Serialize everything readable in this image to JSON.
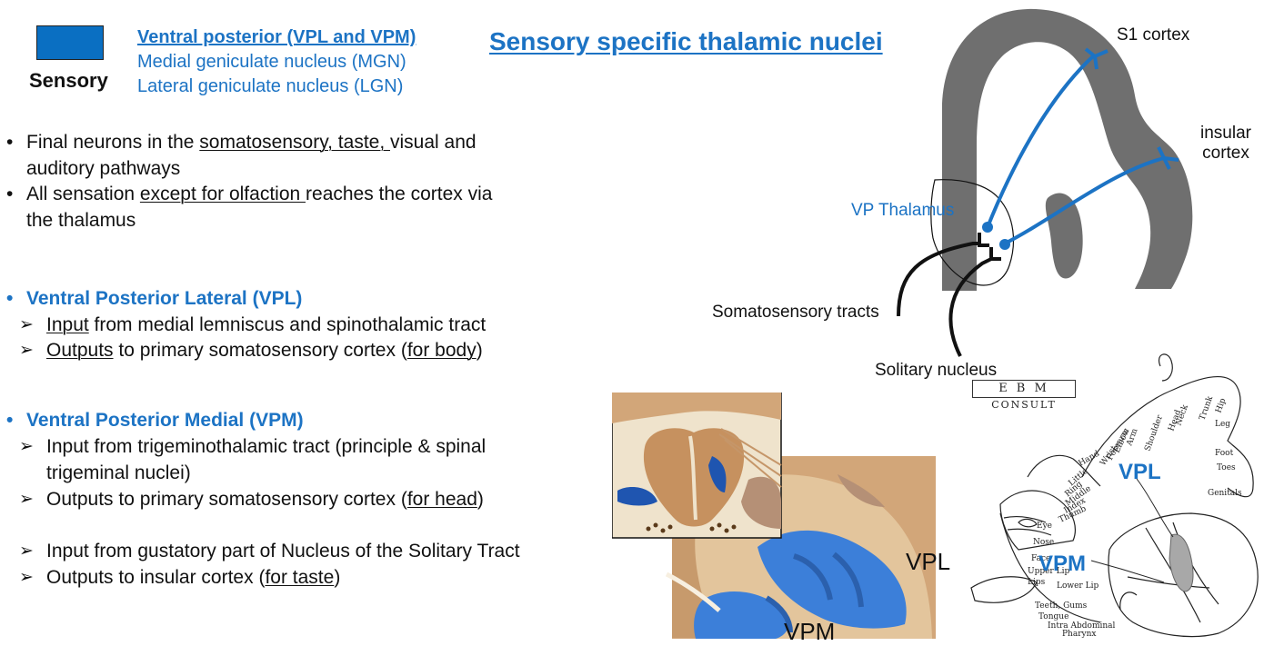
{
  "legend": {
    "label": "Sensory",
    "color": "#0a6fc2",
    "items": [
      "Ventral posterior (VPL and VPM)",
      "Medial geniculate nucleus (MGN)",
      "Lateral geniculate nucleus (LGN)"
    ]
  },
  "title": "Sensory specific thalamic nuclei",
  "bullets": {
    "b1_pre": "Final neurons in the ",
    "b1_u": "somatosensory, taste, ",
    "b1_post": "visual and",
    "b1_line2": "auditory pathways",
    "b2_pre": "All sensation ",
    "b2_u": "except for olfaction ",
    "b2_post": "reaches the cortex via",
    "b2_line2": "the thalamus"
  },
  "vpl": {
    "heading": "Ventral Posterior Lateral (VPL)",
    "l1_u": "Input",
    "l1_post": " from medial lemniscus and spinothalamic tract",
    "l2_u": "Outputs",
    "l2_mid": " to primary somatosensory cortex (",
    "l2_u2": "for body",
    "l2_end": ")"
  },
  "vpm": {
    "heading": "Ventral Posterior Medial (VPM)",
    "l1": "Input from trigeminothalamic tract (principle & spinal",
    "l1b": "trigeminal nuclei)",
    "l2_pre": "Outputs to primary somatosensory cortex (",
    "l2_u": "for head",
    "l2_end": ")",
    "l3": "Input from gustatory part of Nucleus of the Solitary Tract",
    "l4_pre": "Outputs to insular cortex (",
    "l4_u": "for taste",
    "l4_end": ")"
  },
  "diagram": {
    "s1": "S1 cortex",
    "insular1": "insular",
    "insular2": "cortex",
    "vp_thalamus": "VP Thalamus",
    "soma_tracts": "Somatosensory tracts",
    "solitary": "Solitary nucleus"
  },
  "atlas": {
    "vpl": "VPL",
    "vpm": "VPM"
  },
  "homunculus": {
    "brand_a": "E B M",
    "brand_b": "CONSULT",
    "vpl": "VPL",
    "vpm": "VPM",
    "parts": [
      "Hip",
      "Trunk",
      "Neck",
      "Head",
      "Shoulder",
      "Arm",
      "Elbow",
      "Forearm",
      "Wrist",
      "Hand",
      "Little",
      "Ring",
      "Middle",
      "Index",
      "Thumb",
      "Eye",
      "Nose",
      "Face",
      "Upper Lip",
      "Lips",
      "Lower Lip",
      "Teeth, Gums",
      "Tongue",
      "Intra Abdominal",
      "Pharynx",
      "Leg",
      "Foot",
      "Toes",
      "Genitals"
    ]
  },
  "colors": {
    "accent": "#1c73c4",
    "cortex_gray": "#6f6f6f",
    "atlas_tan": "#d2a679",
    "atlas_blue": "#3c7fd9"
  }
}
